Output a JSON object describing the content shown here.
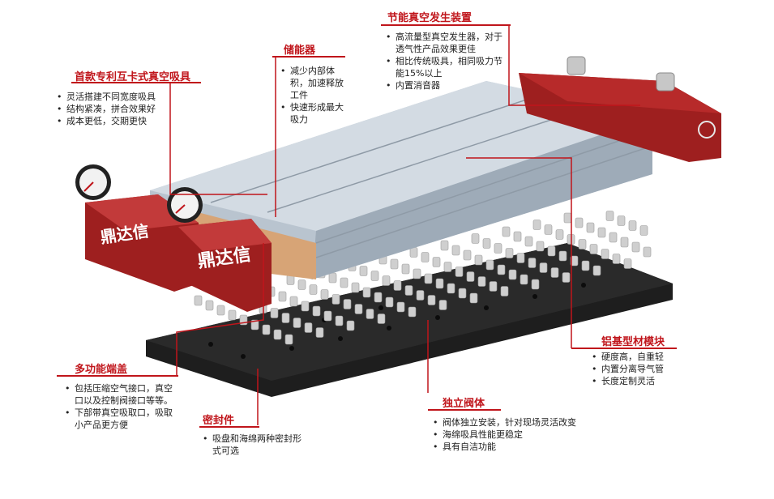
{
  "callouts": {
    "energy_saving": {
      "title": "节能真空发生装置",
      "items": [
        "高流量型真空发生器，对于透气性产品效果更佳",
        "相比传统吸具，相同吸力节能15%以上",
        "内置消音器"
      ]
    },
    "accumulator": {
      "title": "储能器",
      "items": [
        "减少内部体积，加速释放工件",
        "快速形成最大吸力"
      ]
    },
    "patent_chuck": {
      "title": "首款专利互卡式真空吸具",
      "items": [
        "灵活搭建不同宽度吸具",
        "结构紧凑，拼合效果好",
        "成本更低，交期更快"
      ]
    },
    "aluminum_module": {
      "title": "铝基型材模块",
      "items": [
        "硬度高，自重轻",
        "内置分离导气管",
        "长度定制灵活"
      ]
    },
    "end_cap": {
      "title": "多功能端盖",
      "items": [
        "包括压缩空气接口，真空口以及控制阀接口等等。",
        "下部带真空吸取口，吸取小产品更方便"
      ]
    },
    "seal": {
      "title": "密封件",
      "items": [
        "吸盘和海绵两种密封形式可选"
      ]
    },
    "valve_body": {
      "title": "独立阀体",
      "items": [
        "阀体独立安装，针对现场灵活改变",
        "海绵吸具性能更稳定",
        "具有自洁功能"
      ]
    }
  },
  "brand": {
    "logo_text": "鼎达信"
  },
  "colors": {
    "accent": "#c0151b",
    "aluminum": "#b9c4cf",
    "end_cap": "#9e1f1f",
    "foam": "#1e1e1e",
    "valves": "#cfcfcf"
  }
}
